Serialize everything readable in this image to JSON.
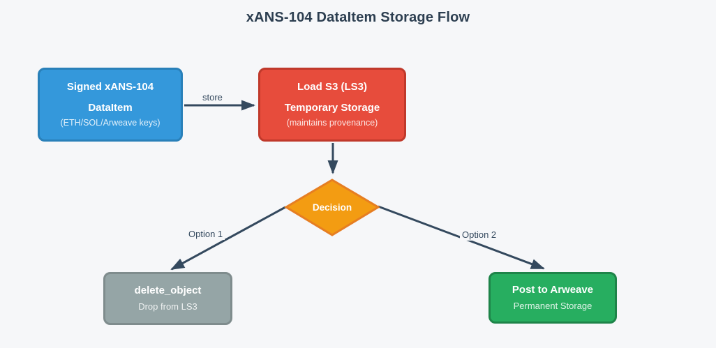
{
  "title": "xANS-104 DataItem Storage Flow",
  "nodes": {
    "signed_dataitem": {
      "title_line1": "Signed xANS-104",
      "title_line2": "DataItem",
      "subtitle": "(ETH/SOL/Arweave keys)",
      "fill": "#3498db",
      "border": "#2980b9"
    },
    "load_s3": {
      "title_line1": "Load S3 (LS3)",
      "title_line2": "Temporary Storage",
      "subtitle": "(maintains provenance)",
      "fill": "#e74c3c",
      "border": "#c0392b"
    },
    "decision": {
      "label": "Decision",
      "fill": "#f39c12",
      "border": "#e67e22"
    },
    "delete_object": {
      "title": "delete_object",
      "subtitle": "Drop from LS3",
      "fill": "#95a5a6",
      "border": "#7f8c8d"
    },
    "post_to_arweave": {
      "title": "Post to Arweave",
      "subtitle": "Permanent Storage",
      "fill": "#27ae60",
      "border": "#1e8449"
    }
  },
  "edges": {
    "store": {
      "label": "store"
    },
    "option1": {
      "label": "Option 1"
    },
    "option2": {
      "label": "Option 2"
    }
  },
  "colors": {
    "background": "#f6f7f9",
    "arrow": "#34495e",
    "title_text": "#2c3e50",
    "edge_label_text": "#34495e"
  }
}
